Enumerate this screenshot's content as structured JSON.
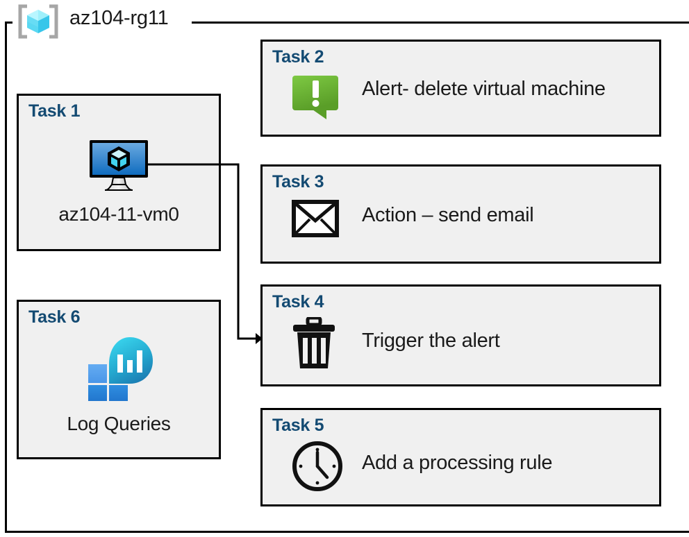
{
  "resource_group": {
    "name": "az104-rg11",
    "icon": "resource-group-cube-icon",
    "colors": {
      "cube_light": "#9ff0fb",
      "cube_mid": "#5ad8f2",
      "cube_dark": "#37c6ea",
      "bracket": "#a6a6a6",
      "frame": "#000000"
    }
  },
  "tasks": [
    {
      "id": "task1",
      "label": "Task 1",
      "caption": "az104-11-vm0",
      "icon": "virtual-machine-icon",
      "column": "left"
    },
    {
      "id": "task2",
      "label": "Task 2",
      "caption": "Alert- delete virtual machine",
      "icon": "alert-exclamation-bubble-icon",
      "column": "right"
    },
    {
      "id": "task3",
      "label": "Task 3",
      "caption": "Action – send email",
      "icon": "envelope-icon",
      "column": "right"
    },
    {
      "id": "task4",
      "label": "Task 4",
      "caption": "Trigger the alert",
      "icon": "trash-can-icon",
      "column": "right"
    },
    {
      "id": "task5",
      "label": "Task 5",
      "caption": "Add a processing rule",
      "icon": "clock-icon",
      "column": "right"
    },
    {
      "id": "task6",
      "label": "Task 6",
      "caption": "Log Queries",
      "icon": "log-analytics-icon",
      "column": "left"
    }
  ],
  "connector": {
    "name": "vm-to-trigger-connector",
    "from": "task1-vm-icon",
    "to": "task4-box",
    "arrowhead": "right"
  },
  "palette": {
    "task_label": "#134a72",
    "box_fill": "#f0f0f0",
    "box_border": "#000000",
    "text": "#1a1a1a",
    "alert_green_light": "#7ac943",
    "alert_green_dark": "#5a9e28",
    "vm_screen_light": "#5b9bd5",
    "vm_screen_dark": "#1574c6",
    "la_square_light": "#4fa2ef",
    "la_square_dark": "#2180d8",
    "la_circle_light": "#32cfe8",
    "la_circle_dark": "#1c7fb5"
  }
}
